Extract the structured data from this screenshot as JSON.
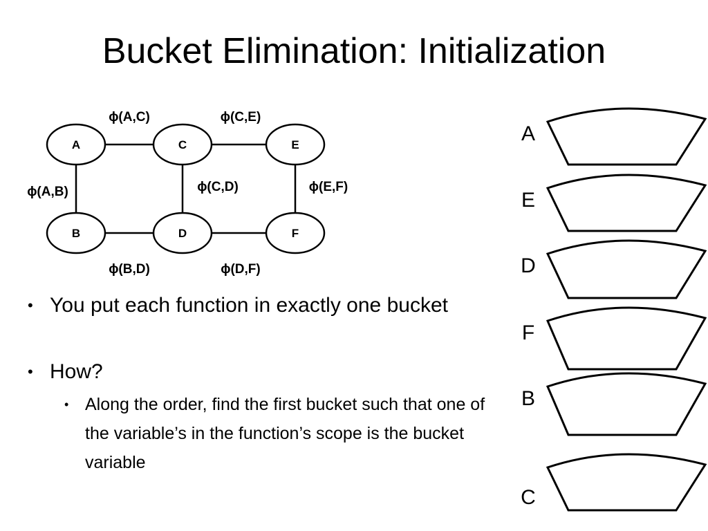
{
  "title": "Bucket Elimination: Initialization",
  "graph": {
    "nodes": [
      "A",
      "C",
      "E",
      "B",
      "D",
      "F"
    ],
    "edges": [
      [
        "A",
        "C",
        "ϕ(A,C)"
      ],
      [
        "C",
        "E",
        "ϕ(C,E)"
      ],
      [
        "A",
        "B",
        "ϕ(A,B)"
      ],
      [
        "C",
        "D",
        "ϕ(C,D)"
      ],
      [
        "E",
        "F",
        "ϕ(E,F)"
      ],
      [
        "B",
        "D",
        "ϕ(B,D)"
      ],
      [
        "D",
        "F",
        "ϕ(D,F)"
      ]
    ]
  },
  "bullets": [
    {
      "text": "You put each function in exactly one bucket",
      "level": 1
    },
    {
      "text": "How?",
      "level": 1
    },
    {
      "text": "Along the order, find the first bucket such that one of the variable’s in the function’s scope is the bucket variable",
      "level": 2
    }
  ],
  "bucket_order": [
    "A",
    "E",
    "D",
    "F",
    "B",
    "C"
  ]
}
